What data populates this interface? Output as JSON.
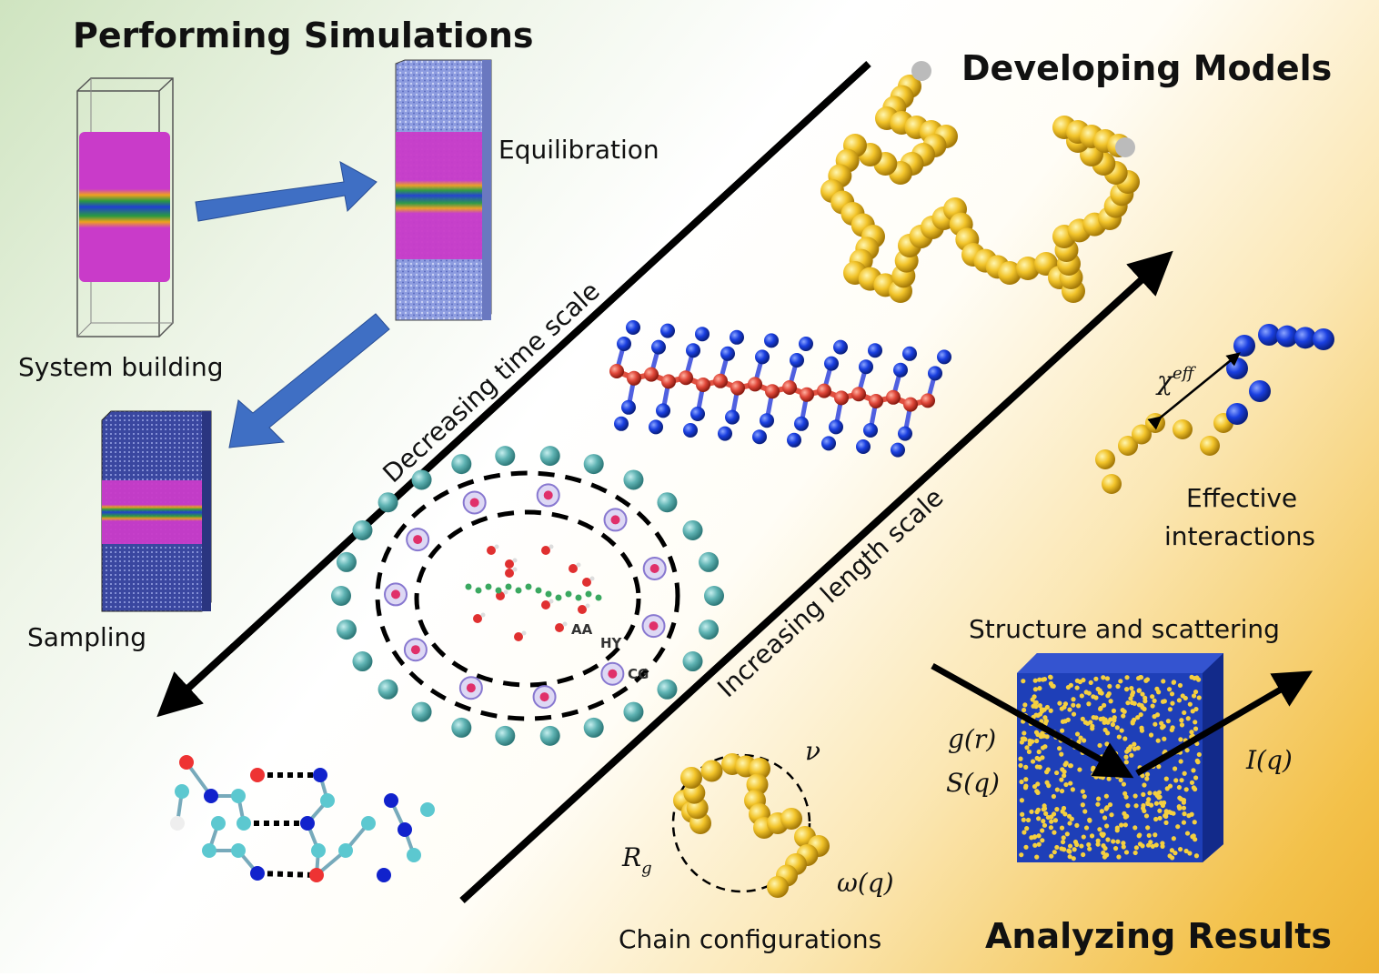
{
  "sections": {
    "simulations": "Performing Simulations",
    "models": "Developing Models",
    "results": "Analyzing Results"
  },
  "simulation_steps": {
    "equilibration": "Equilibration",
    "system_building": "System building",
    "sampling": "Sampling"
  },
  "axes": {
    "time": "Decreasing time scale",
    "length": "Increasing length scale"
  },
  "resolution_levels": {
    "aa": "AA",
    "hy": "HY",
    "cg": "CG"
  },
  "models": {
    "effective_line1": "Effective",
    "effective_line2": "interactions",
    "chi_symbol": "χ",
    "chi_superscript": "eff"
  },
  "results": {
    "structure": "Structure and scattering",
    "g_r": "g(r)",
    "s_q": "S(q)",
    "i_q": "I(q)",
    "chain": "Chain configurations",
    "rg_symbol": "R",
    "rg_subscript": "g",
    "omega": "ω(q)",
    "nu": "ν"
  },
  "colors": {
    "bead_yellow": "#f2c42a",
    "bead_blue": "#1a3fe0",
    "arrow_blue": "#3f6fc4",
    "lipid_magenta": "#c93bc9",
    "solvent_teal": "#5fb3b3"
  }
}
